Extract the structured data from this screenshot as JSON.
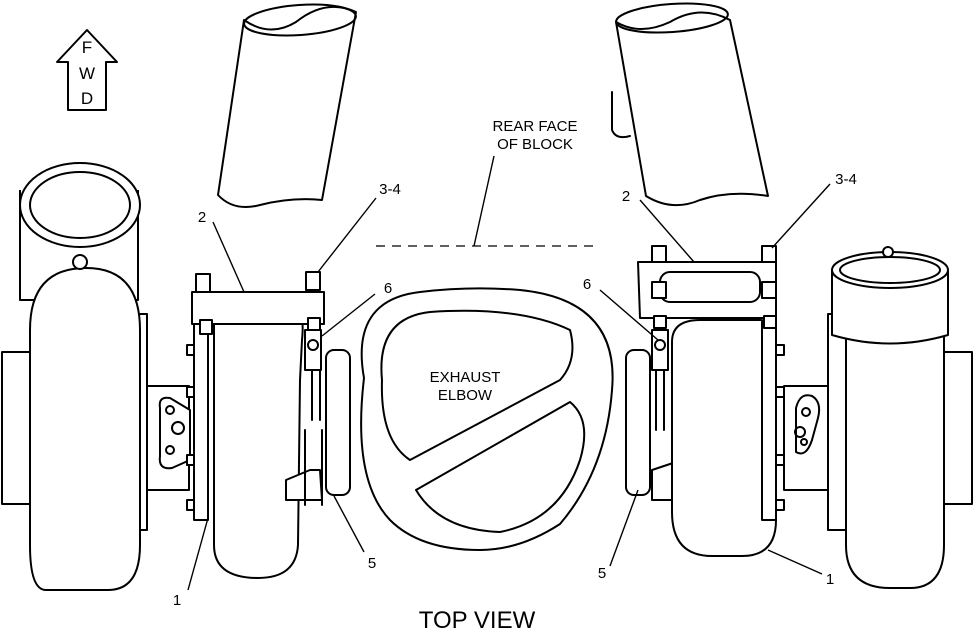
{
  "diagram": {
    "title": "TOP VIEW",
    "fwd_letters": [
      "F",
      "W",
      "D"
    ],
    "rear_face_label": [
      "REAR FACE",
      "OF BLOCK"
    ],
    "exhaust_label": [
      "EXHAUST",
      "ELBOW"
    ],
    "callouts": {
      "left_1": "1",
      "left_2": "2",
      "left_34": "3-4",
      "left_5": "5",
      "left_6": "6",
      "right_1": "1",
      "right_2": "2",
      "right_34": "3-4",
      "right_5": "5",
      "right_6": "6"
    }
  }
}
